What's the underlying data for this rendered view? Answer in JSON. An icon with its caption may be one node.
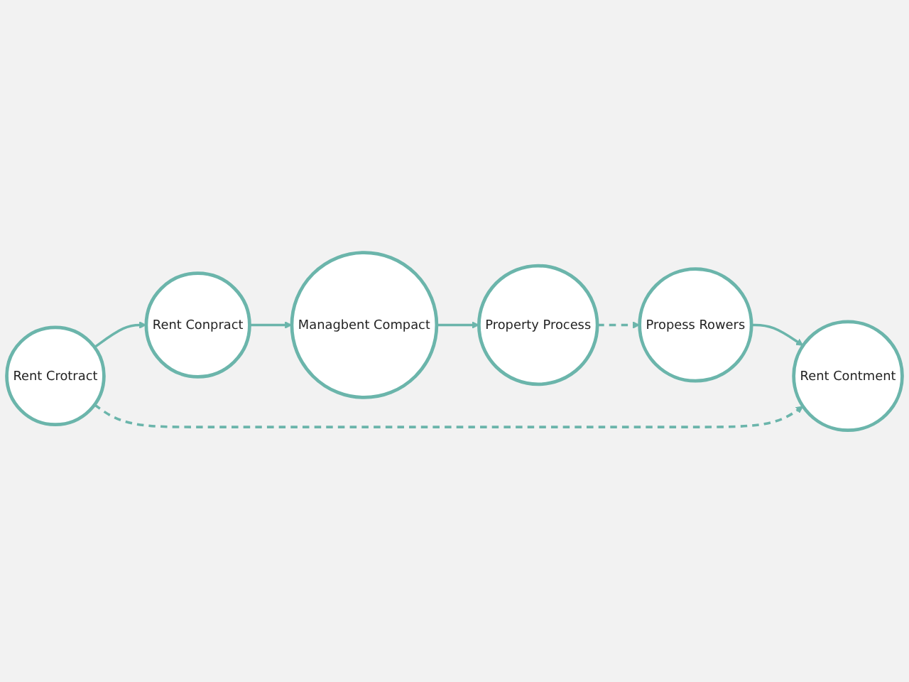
{
  "diagram": {
    "nodes": [
      {
        "text": [
          "Rent Crotract"
        ]
      },
      {
        "text": [
          "Rent Conpract"
        ]
      },
      {
        "text": [
          "Rent Contment"
        ]
      },
      {
        "text": [
          "Managbent Compact"
        ]
      },
      {
        "text": [
          "Propess Rowers"
        ]
      },
      {
        "text": [
          "Property Process"
        ]
      }
    ],
    "edges": [
      {
        "from": 0,
        "to": 1,
        "arrow": "to"
      },
      {
        "from": 1,
        "to": 3,
        "arrow": "to"
      },
      {
        "from": 3,
        "to": 5,
        "arrow": "to"
      },
      {
        "from": 5,
        "to": 4,
        "arrow": "to",
        "style": "dashed"
      },
      {
        "from": 4,
        "to": 2,
        "arrow": "to"
      },
      {
        "from": 0,
        "to": 2,
        "arrow": "to",
        "style": "dashed"
      }
    ]
  }
}
